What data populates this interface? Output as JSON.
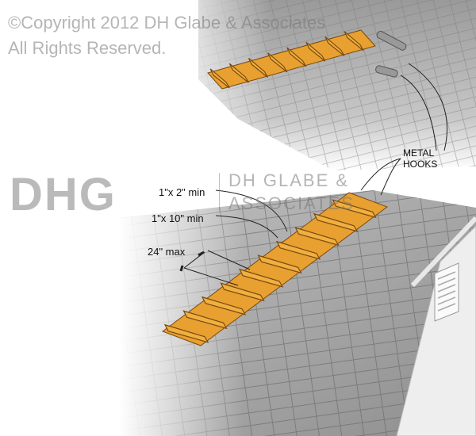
{
  "labels": {
    "metal_hooks_line1": "METAL",
    "metal_hooks_line2": "HOOKS",
    "cleat_size": "1\"x 2\" min",
    "board_size": "1\"x 10\" min",
    "spacing": "24\" max"
  },
  "watermark": {
    "logo": "DHG",
    "company_line1": "DH GLABE &",
    "company_line2": "ASSOCIATES",
    "copyright_line1": "©Copyright 2012 DH Glabe & Associates",
    "copyright_line2": "All Rights Reserved."
  },
  "colors": {
    "wood": "#e8a030",
    "wood_dark": "#7a4a10",
    "roof": "#a8a8a8",
    "hook": "#888888"
  }
}
